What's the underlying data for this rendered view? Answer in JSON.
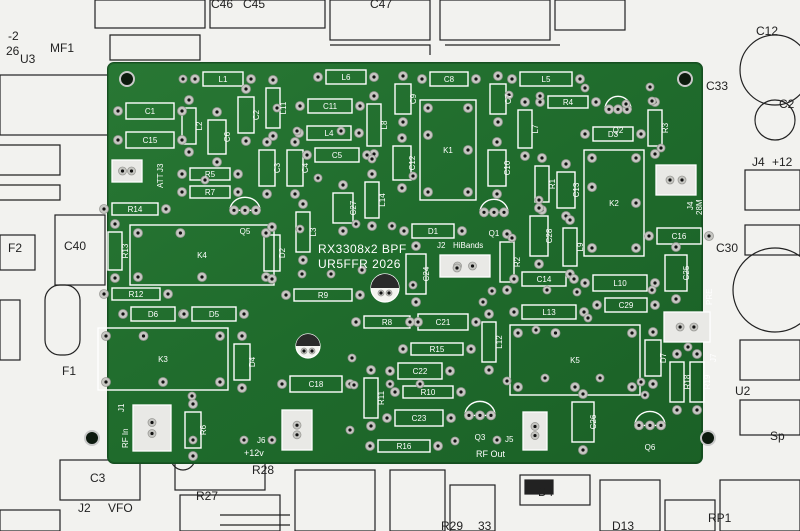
{
  "background_sheet": {
    "labels": [
      "C46",
      "C45",
      "C47",
      "C12",
      "MF1",
      "U3",
      "C33",
      "C2",
      "J4",
      "+12",
      "F2",
      "C40",
      "C30",
      "U2",
      "F1",
      "C3",
      "R28",
      "J2",
      "VFO",
      "R27",
      "D4",
      "R29",
      "33",
      "D13",
      "RP1",
      "Sp",
      "-2",
      "26"
    ]
  },
  "board": {
    "title_line1": "RX3308x2 BPF",
    "title_line2": "UR5FFR 2026",
    "color": "#1f6b2c",
    "silk_color": "#ffffff",
    "connectors": {
      "j1": {
        "ref": "J1",
        "label": "RF In"
      },
      "j2": {
        "ref": "J2",
        "label": "HiBands"
      },
      "j3": {
        "ref": "J3",
        "label": "ATT"
      },
      "j4": {
        "ref": "J4",
        "label": "28M"
      },
      "j5": {
        "ref": "J5",
        "label": "RF Out"
      },
      "j6": {
        "ref": "J6",
        "label": "+12v"
      },
      "j7": {
        "ref": "J7",
        "label": "PRE"
      }
    },
    "components": [
      "L1",
      "L6",
      "C8",
      "L5",
      "R4",
      "Q2",
      "C1",
      "L2",
      "C2",
      "L11",
      "C11",
      "C9",
      "K1",
      "C7",
      "L7",
      "D3",
      "R3",
      "C15",
      "C6",
      "L4",
      "L8",
      "C5",
      "C3",
      "C4",
      "C12",
      "C10",
      "K2",
      "R5",
      "R7",
      "R1",
      "C13",
      "R14",
      "Q5",
      "C27",
      "L14",
      "D1",
      "Q1",
      "C16",
      "K4",
      "L3",
      "C28",
      "L9",
      "R13",
      "D2",
      "R2",
      "C14",
      "C25",
      "C24",
      "L10",
      "R12",
      "R9",
      "C20",
      "C29",
      "D6",
      "D5",
      "L13",
      "R8",
      "C21",
      "K5",
      "K3",
      "C17",
      "R15",
      "L12",
      "D7",
      "D4",
      "C22",
      "R18",
      "R19",
      "C18",
      "R11",
      "R10",
      "Q3",
      "C23",
      "C26",
      "Q6",
      "R6",
      "R16"
    ]
  }
}
